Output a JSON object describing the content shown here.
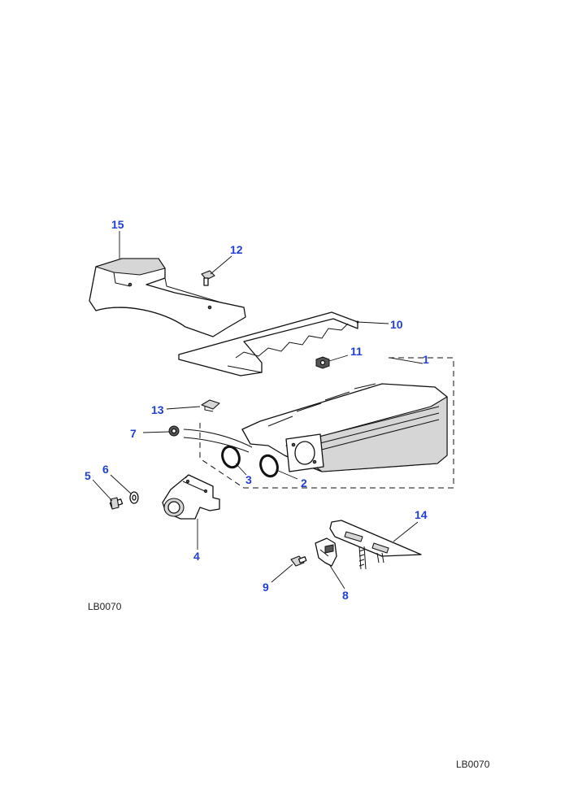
{
  "diagram_ref_inline": "LB0070",
  "diagram_ref_footer": "LB0070",
  "callouts": [
    {
      "id": "c1",
      "label": "1"
    },
    {
      "id": "c2",
      "label": "2"
    },
    {
      "id": "c3",
      "label": "3"
    },
    {
      "id": "c4",
      "label": "4"
    },
    {
      "id": "c5",
      "label": "5"
    },
    {
      "id": "c6",
      "label": "6"
    },
    {
      "id": "c7",
      "label": "7"
    },
    {
      "id": "c8",
      "label": "8"
    },
    {
      "id": "c9",
      "label": "9"
    },
    {
      "id": "c10",
      "label": "10"
    },
    {
      "id": "c11",
      "label": "11"
    },
    {
      "id": "c12",
      "label": "12"
    },
    {
      "id": "c13",
      "label": "13"
    },
    {
      "id": "c14",
      "label": "14"
    },
    {
      "id": "c15",
      "label": "15"
    }
  ],
  "colors": {
    "callout": "#1f3fd6",
    "line": "#111111",
    "shade": "#d6d6d6"
  }
}
